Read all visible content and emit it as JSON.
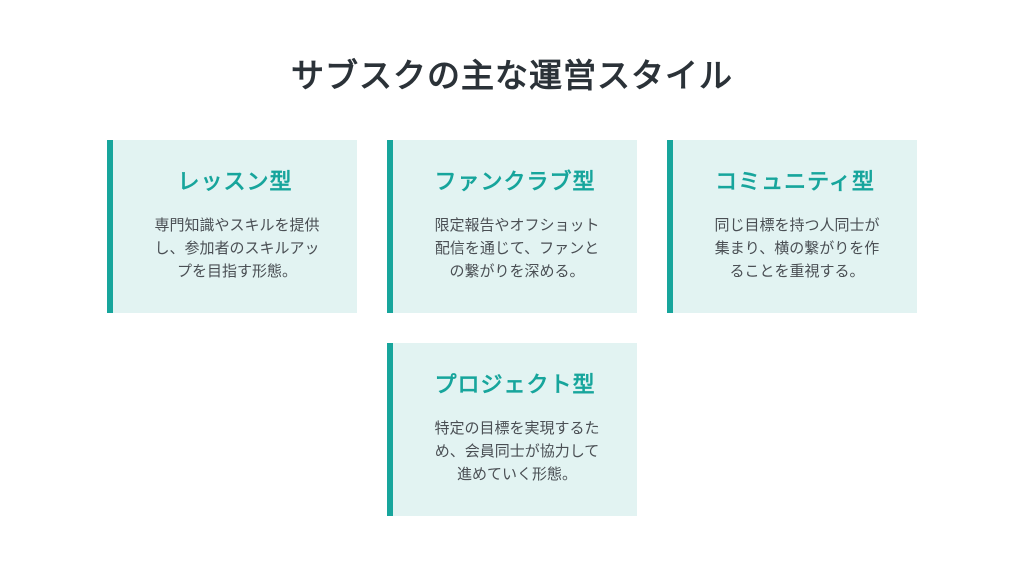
{
  "title": "サブスクの主な運営スタイル",
  "cards": [
    {
      "title": "レッスン型",
      "description": "専門知識やスキルを提供し、参加者のスキルアップを目指す形態。"
    },
    {
      "title": "ファンクラブ型",
      "description": "限定報告やオフショット配信を通じて、ファンとの繋がりを深める。"
    },
    {
      "title": "コミュニティ型",
      "description": "同じ目標を持つ人同士が集まり、横の繋がりを作ることを重視する。"
    },
    {
      "title": "プロジェクト型",
      "description": "特定の目標を実現するため、会員同士が協力して進めていく形態。"
    }
  ],
  "colors": {
    "accent": "#17a59c",
    "card_background": "#e2f3f2",
    "title_text": "#2b3238",
    "body_text": "#4a4f54"
  }
}
